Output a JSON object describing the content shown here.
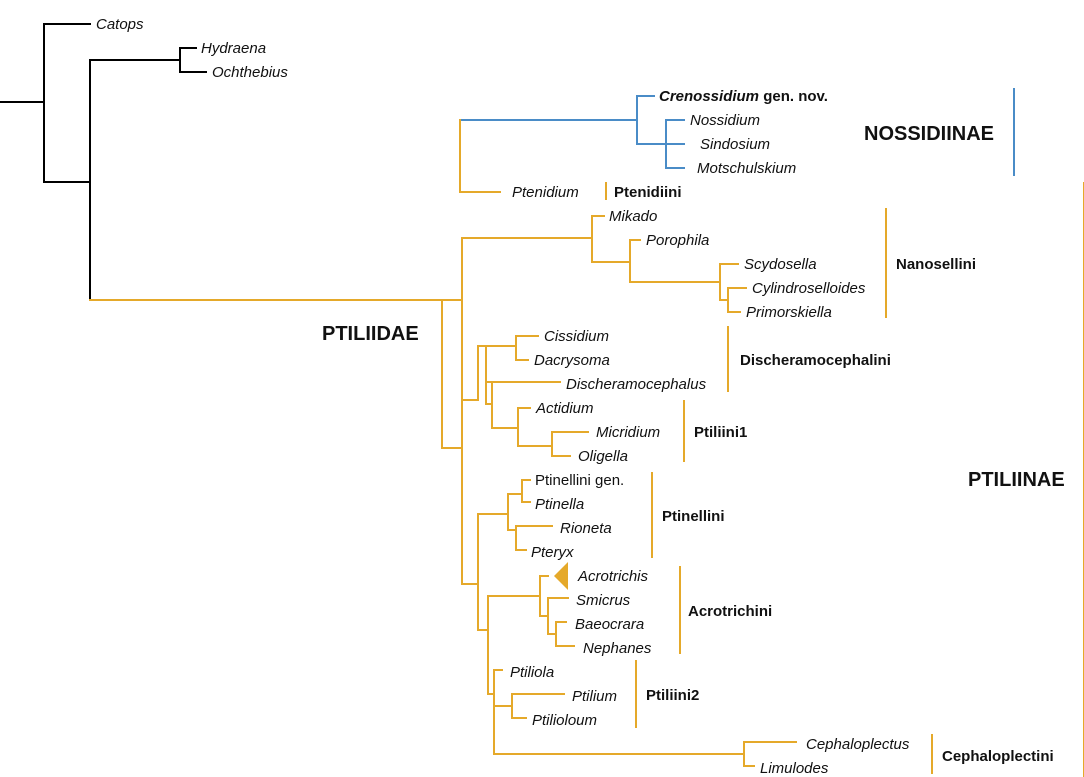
{
  "colors": {
    "outgroup": "#000000",
    "ptiliidae": "#E5A92A",
    "nossidiinae": "#4A8CC7"
  },
  "family_label": "PTILIIDAE",
  "subfamilies": {
    "nossidiinae": "NOSSIDIINAE",
    "ptiliinae": "PTILIINAE"
  },
  "taxa": {
    "catops": "Catops",
    "hydraena": "Hydraena",
    "ochthebius": "Ochthebius",
    "crenossidium": "Crenossidium",
    "crenossidium_suffix": " gen. nov.",
    "nossidium": "Nossidium",
    "sindosium": "Sindosium",
    "motschulskium": "Motschulskium",
    "ptenidium": "Ptenidium",
    "mikado": "Mikado",
    "porophila": "Porophila",
    "scydosella": "Scydosella",
    "cylindroselloides": "Cylindroselloides",
    "primorskiella": "Primorskiella",
    "cissidium": "Cissidium",
    "dacrysoma": "Dacrysoma",
    "discheramocephalus": "Discheramocephalus",
    "actidium": "Actidium",
    "micridium": "Micridium",
    "oligella": "Oligella",
    "ptinellini_gen": "Ptinellini gen.",
    "ptinella": "Ptinella",
    "rioneta": "Rioneta",
    "pteryx": "Pteryx",
    "acrotrichis": "Acrotrichis",
    "smicrus": "Smicrus",
    "baeocrara": "Baeocrara",
    "nephanes": "Nephanes",
    "ptiliola": "Ptiliola",
    "ptilium": "Ptilium",
    "ptilioloum": "Ptilioloum",
    "cephaloplectus": "Cephaloplectus",
    "limulodes": "Limulodes"
  },
  "tribes": {
    "ptenidiini": "Ptenidiini",
    "nanosellini": "Nanosellini",
    "discheramocephalini": "Discheramocephalini",
    "ptiliini1": "Ptiliini1",
    "ptinellini": "Ptinellini",
    "acrotrichini": "Acrotrichini",
    "ptiliini2": "Ptiliini2",
    "cephaloplectini": "Cephaloplectini"
  }
}
